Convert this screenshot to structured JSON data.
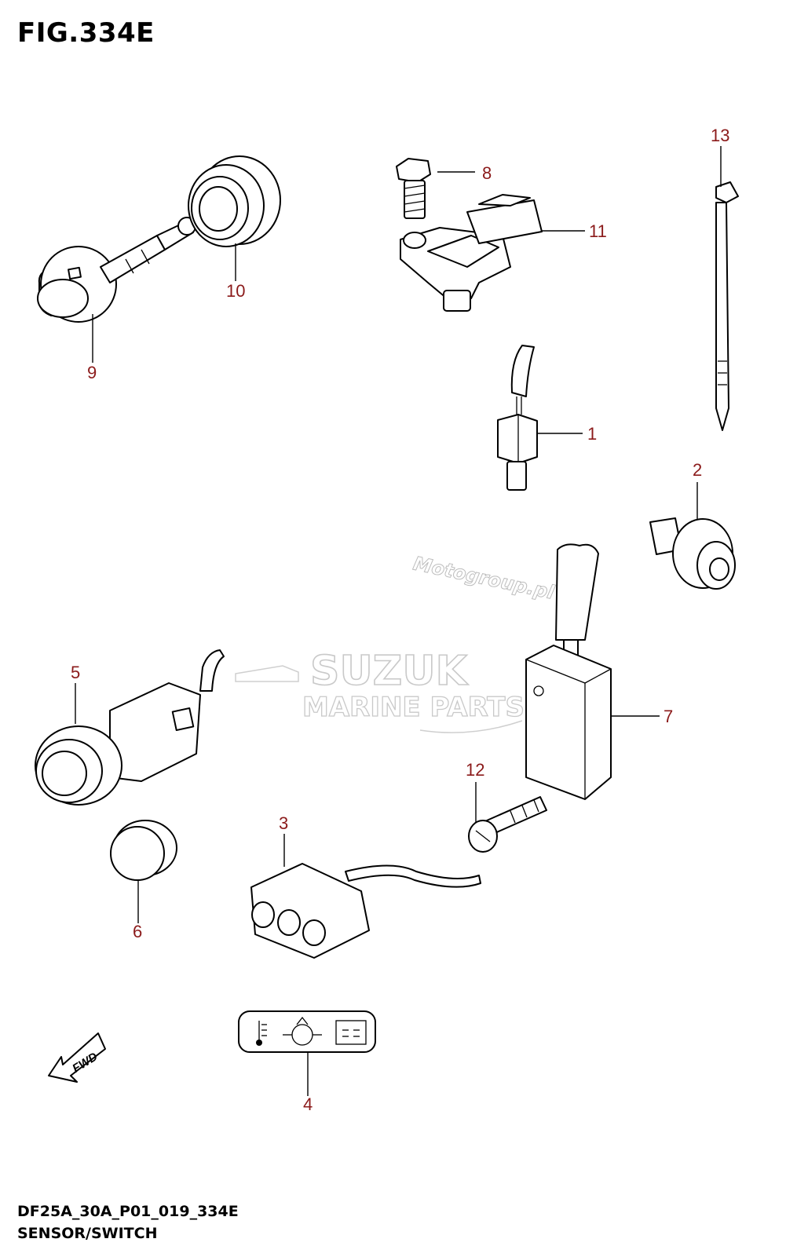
{
  "figure": {
    "title": "FIG.334E",
    "model_code": "DF25A_30A_P01_019_334E",
    "section_name": "SENSOR/SWITCH"
  },
  "callouts": [
    "1",
    "2",
    "3",
    "4",
    "5",
    "6",
    "7",
    "8",
    "9",
    "10",
    "11",
    "12",
    "13"
  ],
  "watermarks": {
    "brand_line1": "SUZUK",
    "brand_line2": "MARINE PARTS",
    "site": "Motogroup.pl"
  },
  "direction_arrow": {
    "label": "FWD"
  },
  "indicator_panel": {
    "icons": [
      "thermometer-icon",
      "oil-pressure-icon",
      "battery-icon"
    ]
  }
}
